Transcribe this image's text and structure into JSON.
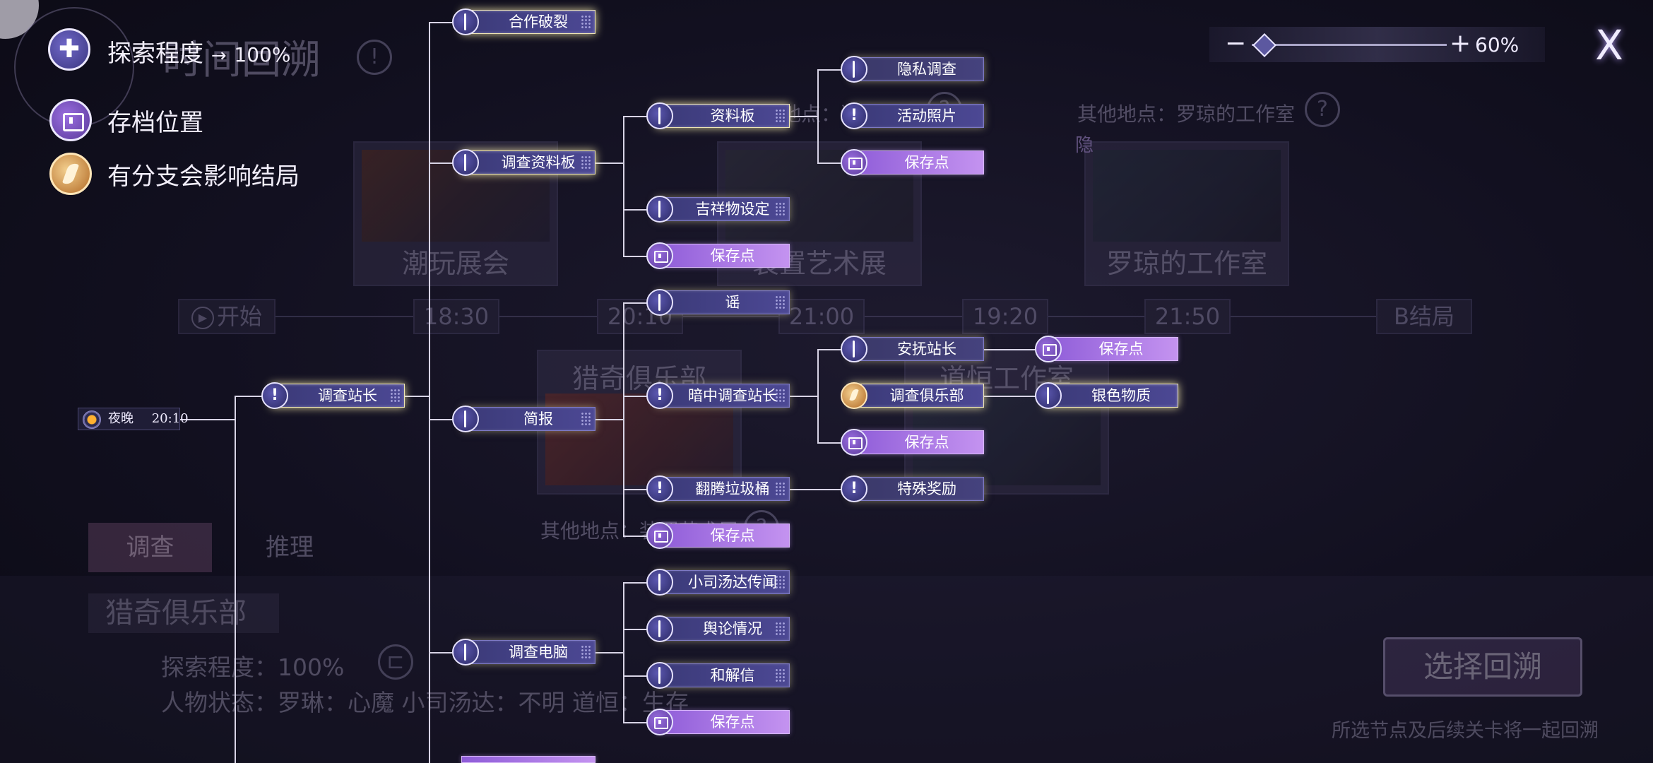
{
  "legend": {
    "progress_label": "探索程度",
    "progress_arrow": "→",
    "progress_value": "100%",
    "save_label": "存档位置",
    "branch_label": "有分支会影响结局",
    "icons": [
      "puzzle-icon",
      "folder-icon",
      "branch-icon"
    ]
  },
  "zoom": {
    "minus": "−",
    "plus": "+",
    "value": "60%",
    "level": 0.6
  },
  "close": "X",
  "background": {
    "cards": [
      "潮玩展会",
      "装置艺术展",
      "罗琼的工作室",
      "猎奇俱乐部",
      "道恒工作室"
    ],
    "card_notes": [
      "其他地点：罗琼的工作室",
      "其他地点：猎奇俱乐部",
      "其他地点：装置艺术展",
      "隐"
    ],
    "timeline": [
      "开始",
      "18:30",
      "20:10",
      "21:00",
      "19:20",
      "21:50",
      "B结局"
    ],
    "tabs": [
      "调查",
      "推理"
    ],
    "location_title": "猎奇俱乐部",
    "explore_progress": "探索程度：100%",
    "character_status": "人物状态：罗琳：心魔    小司汤达：不明    道恒：生存",
    "select_button": "选择回溯",
    "select_hint": "所选节点及后续关卡将一起回溯",
    "faded_title": "时间回溯"
  },
  "tree": {
    "start": {
      "period": "夜晚",
      "time": "20:10"
    },
    "nodes": [
      "调查站长",
      "合作破裂",
      "调查资料板",
      "简报",
      "调查电脑",
      "资料板",
      "吉祥物设定",
      "保存点",
      "谣",
      "暗中调查站长",
      "翻腾垃圾桶",
      "保存点",
      "小司汤达传闻",
      "舆论情况",
      "和解信",
      "保存点",
      "隐私调查",
      "活动照片",
      "保存点",
      "安抚站长",
      "调查俱乐部",
      "保存点",
      "特殊奖励",
      "保存点",
      "银色物质"
    ]
  }
}
